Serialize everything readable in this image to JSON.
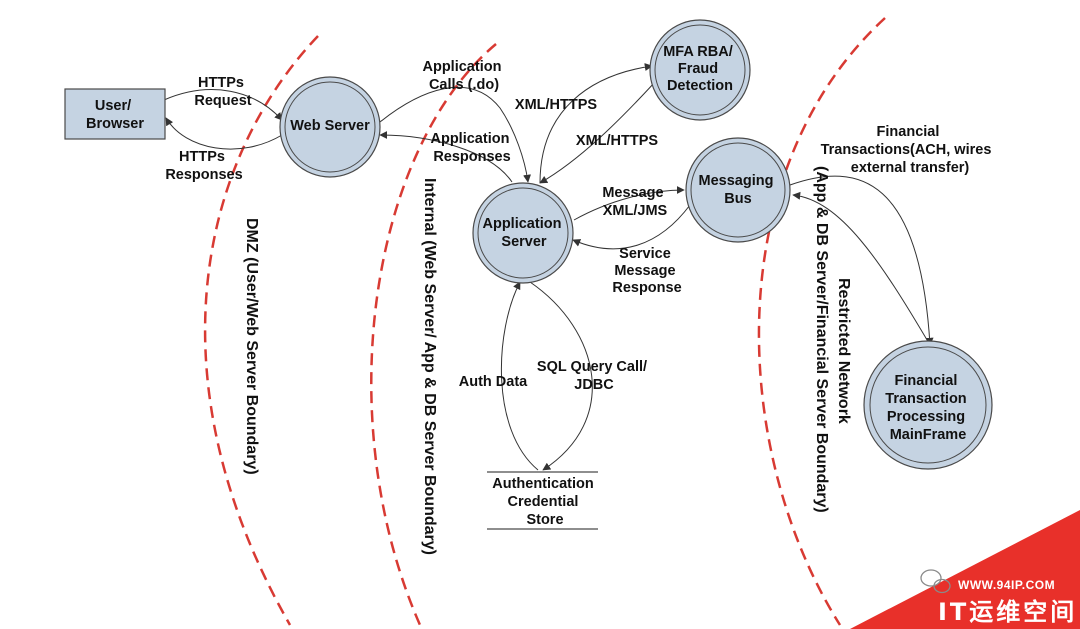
{
  "colors": {
    "node_fill": "#c5d3e2",
    "node_stroke": "#4a4a4a",
    "boundary": "#d83a33",
    "arrow": "#333333",
    "watermark": "#e8302a"
  },
  "nodes": {
    "user_browser": [
      "User/",
      "Browser"
    ],
    "web_server": [
      "Web Server"
    ],
    "mfa": [
      "MFA RBA/",
      "Fraud",
      "Detection"
    ],
    "app_server": [
      "Application",
      "Server"
    ],
    "messaging_bus": [
      "Messaging",
      "Bus"
    ],
    "mainframe": [
      "Financial",
      "Transaction",
      "Processing",
      "MainFrame"
    ],
    "auth_store": [
      "Authentication",
      "Credential",
      "Store"
    ]
  },
  "edges": {
    "https_request": [
      "HTTPs",
      "Request"
    ],
    "https_responses": [
      "HTTPs",
      "Responses"
    ],
    "app_calls": [
      "Application",
      "Calls (.do)"
    ],
    "app_responses": [
      "Application",
      "Responses"
    ],
    "xml_https_1": [
      "XML/HTTPS"
    ],
    "xml_https_2": [
      "XML/HTTPS"
    ],
    "message_xml_jms": [
      "Message",
      "XML/JMS"
    ],
    "service_message_response": [
      "Service",
      "Message",
      "Response"
    ],
    "auth_data": [
      "Auth Data"
    ],
    "sql_query": [
      "SQL Query Call/",
      "JDBC"
    ],
    "financial_transactions": [
      "Financial",
      "Transactions(ACH, wires",
      "external transfer)"
    ]
  },
  "boundaries": {
    "dmz": "DMZ (User/Web Server Boundary)",
    "internal": "Internal (Web Server/ App & DB Server Boundary)",
    "restricted": [
      "Restricted Network",
      "(App & DB Server/Financial Server Boundary)"
    ]
  },
  "watermark": {
    "url": "WWW.94IP.COM",
    "name": "IT运维空间"
  }
}
